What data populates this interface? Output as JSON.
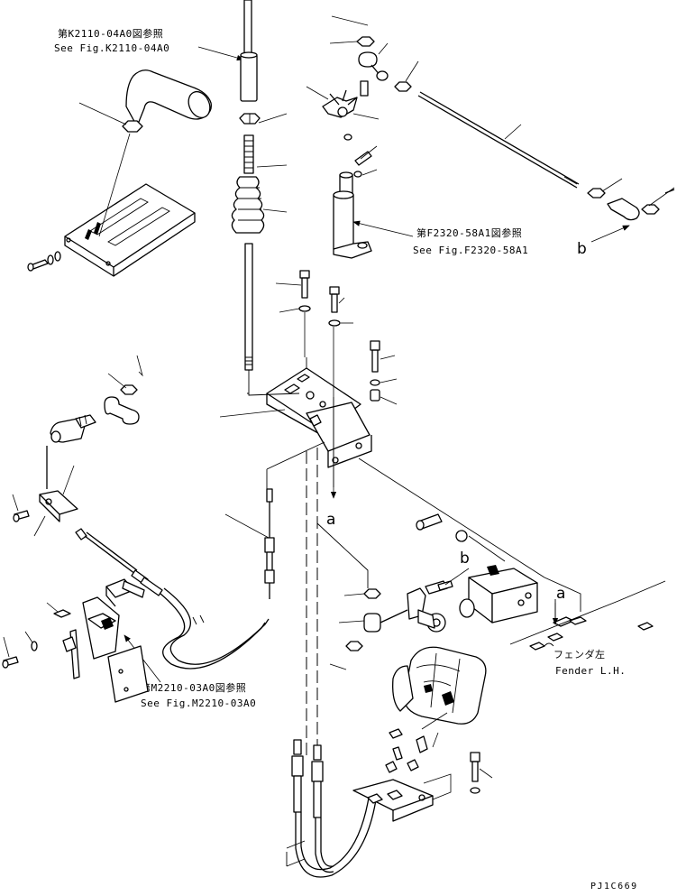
{
  "references": {
    "k2110_jp": "第K2110-04A0図参照",
    "k2110_en": "See Fig.K2110-04A0",
    "f2320_jp": "第F2320-58A1図参照",
    "f2320_en": "See Fig.F2320-58A1",
    "m2210_jp": "第M2210-03A0図参照",
    "m2210_en": "See Fig.M2210-03A0"
  },
  "markers": {
    "b_top": "b",
    "a_mid": "a",
    "b_mid": "b",
    "a_right": "a"
  },
  "fender": {
    "jp": "フェンダ左",
    "en": "Fender L.H."
  },
  "drawing_code": "PJ1C669"
}
